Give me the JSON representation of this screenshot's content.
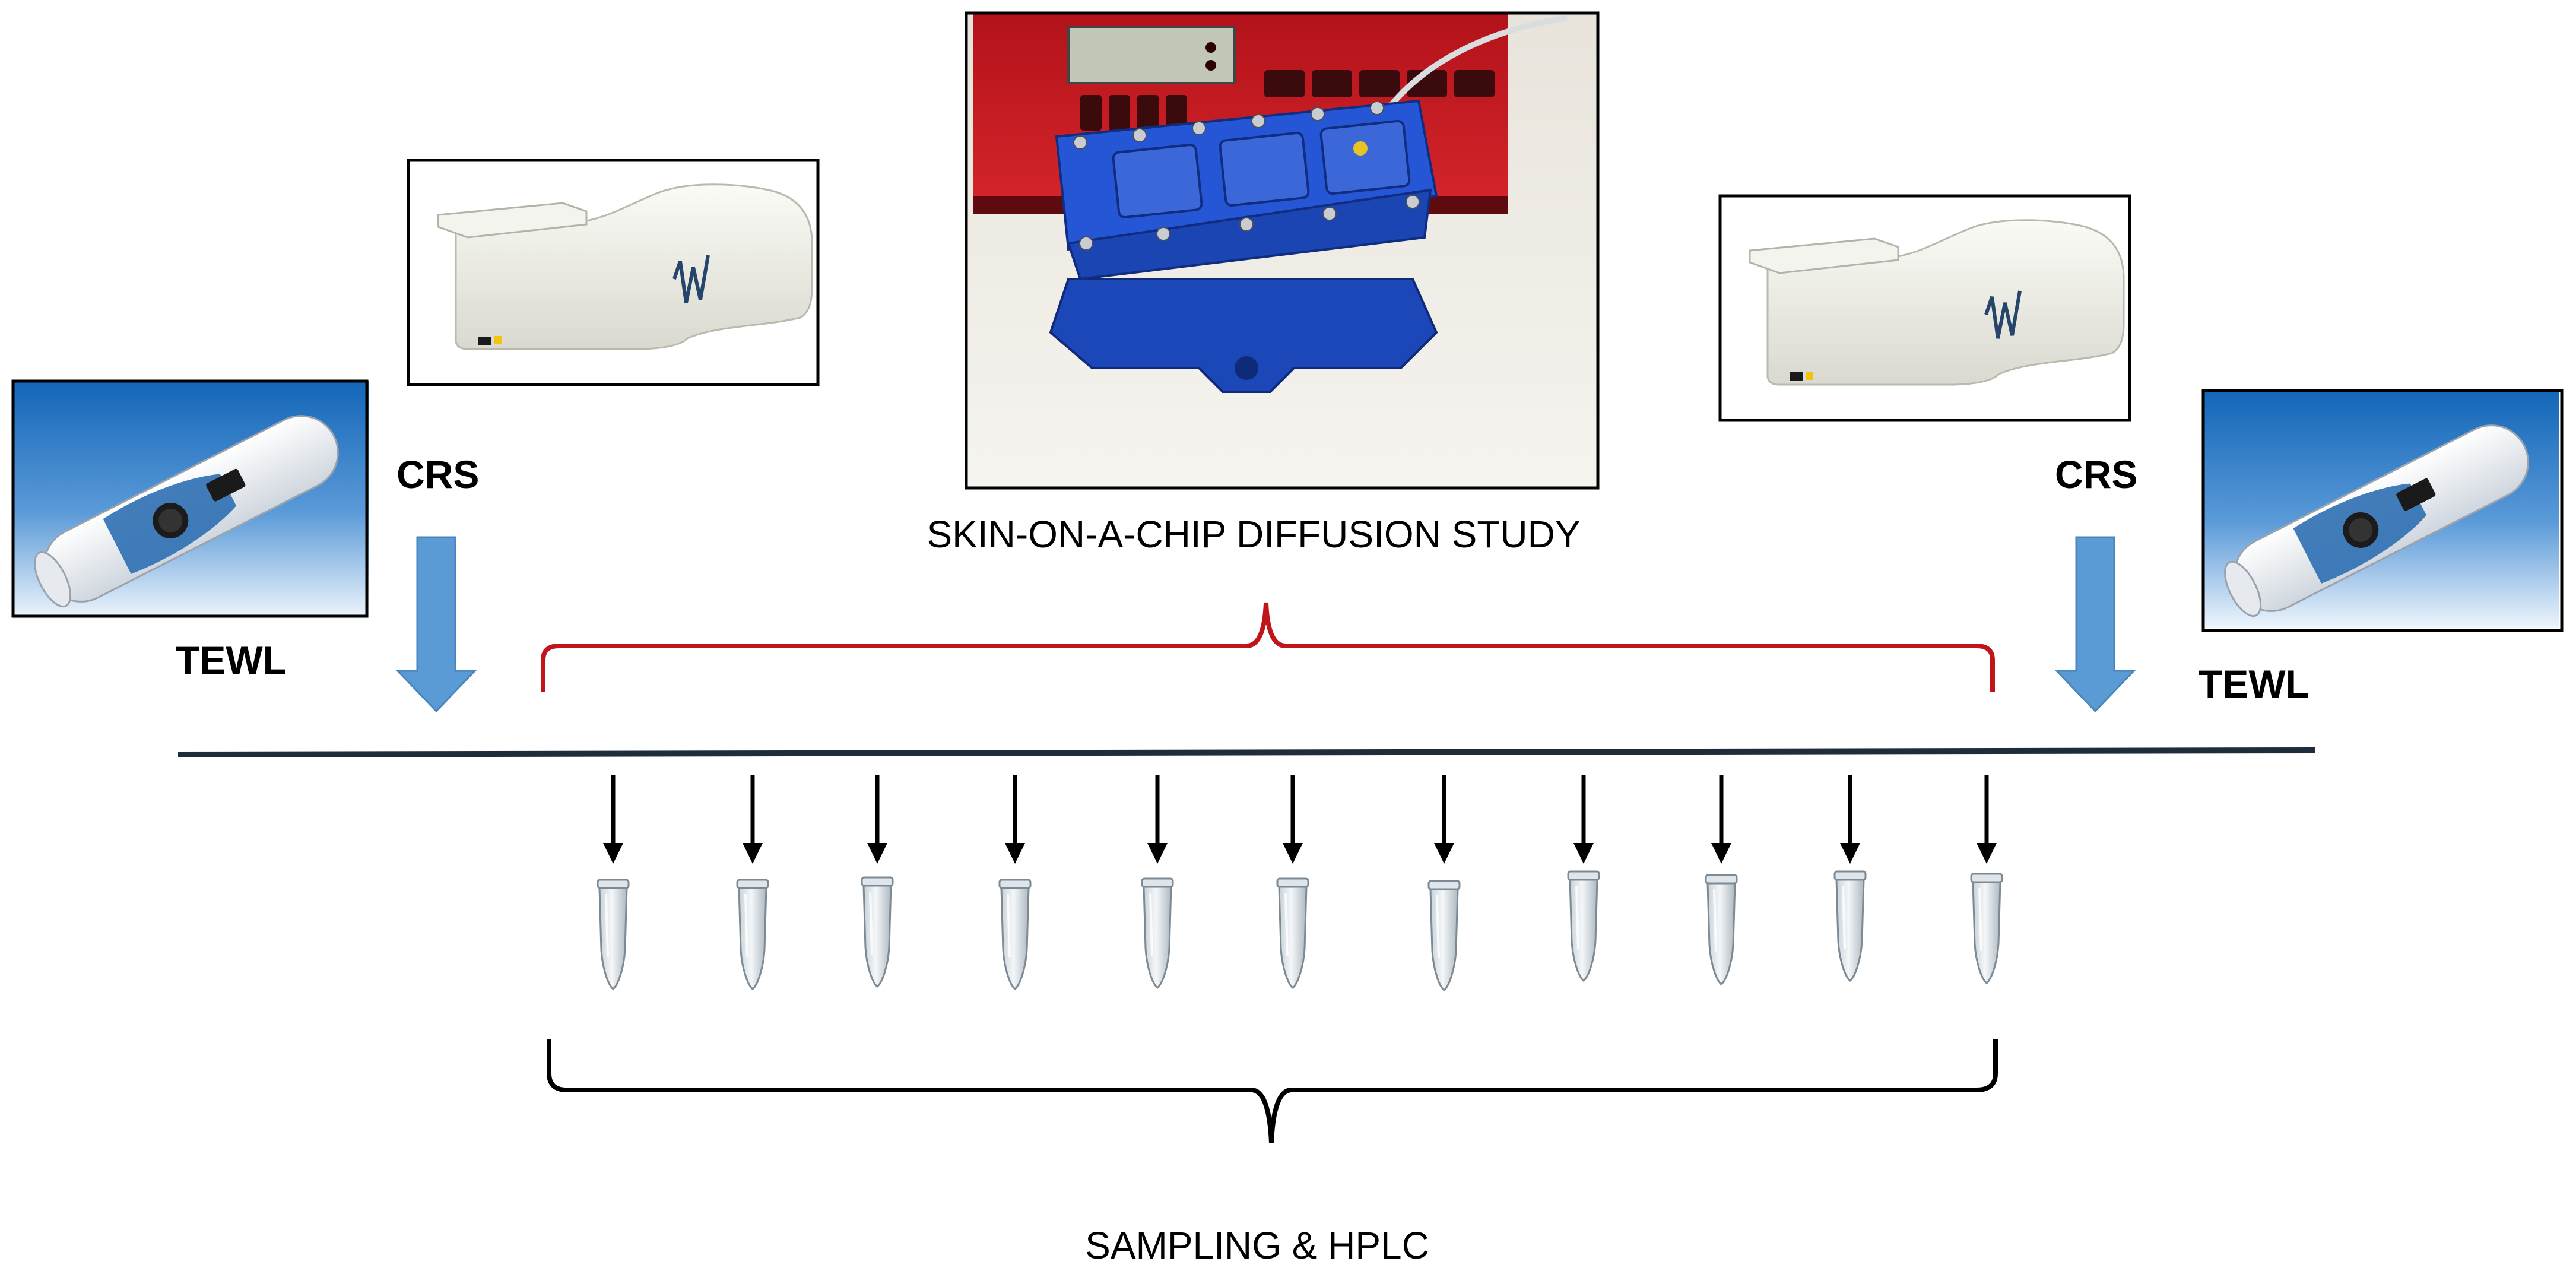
{
  "labels": {
    "crs_left": "CRS",
    "crs_right": "CRS",
    "tewl_left": "TEWL",
    "tewl_right": "TEWL",
    "skin_chip_caption": "SKIN-ON-A-CHIP DIFFUSION STUDY",
    "sampling_caption": "SAMPLING & HPLC"
  },
  "sampling": {
    "tube_count": 11,
    "sample_arrow_count": 11
  },
  "colors": {
    "timeline": "#1f2d3a",
    "red_brace": "#c0161b",
    "black_brace": "#000000",
    "blue_arrow": "#5b9bd5",
    "chip_blue": "#1f4fc4",
    "pump_red": "#c4161c"
  }
}
